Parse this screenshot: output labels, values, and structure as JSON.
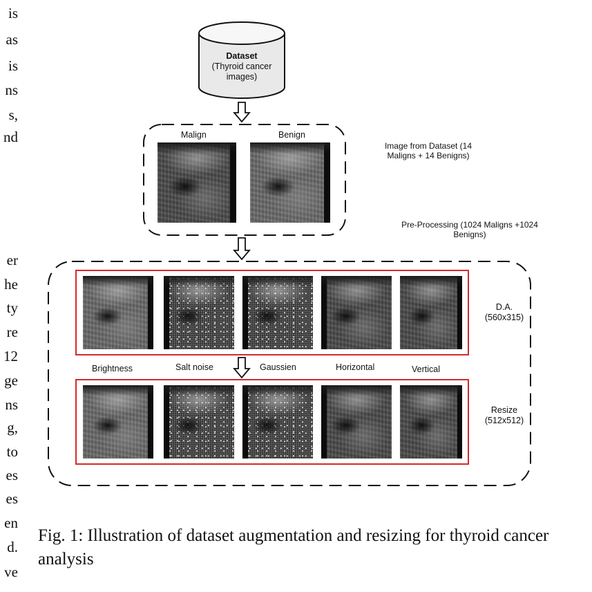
{
  "left_column_line_endings": {
    "top": [
      "is",
      "as",
      "is",
      "ns",
      "s,",
      "nd"
    ],
    "bottom": [
      "er",
      "he",
      "ty",
      "re",
      "12",
      "ge",
      "ns",
      "g,",
      "to",
      "es",
      "es",
      "en",
      "d.",
      "ve"
    ]
  },
  "figure": {
    "dataset": {
      "title": "Dataset",
      "subtitle": "(Thyroid cancer images)"
    },
    "sample_panel": {
      "malign_label": "Malign",
      "benign_label": "Benign",
      "side_note": "Image from Dataset (14 Maligns + 14 Benigns)"
    },
    "preprocessing_note": "Pre-Processing (1024 Maligns +1024 Benigns)",
    "augmentation_row": {
      "label": "D.A.",
      "size": "(560x315)"
    },
    "technique_labels": [
      "Brightness",
      "Salt noise",
      "Gaussien",
      "Horizontal",
      "Vertical"
    ],
    "resize_row": {
      "label": "Resize",
      "size": "(512x512)"
    },
    "colors": {
      "row_border": "#d42a2a",
      "dashed_border": "#111111"
    }
  },
  "caption": "Fig. 1: Illustration of dataset augmentation and resizing for thyroid cancer analysis"
}
